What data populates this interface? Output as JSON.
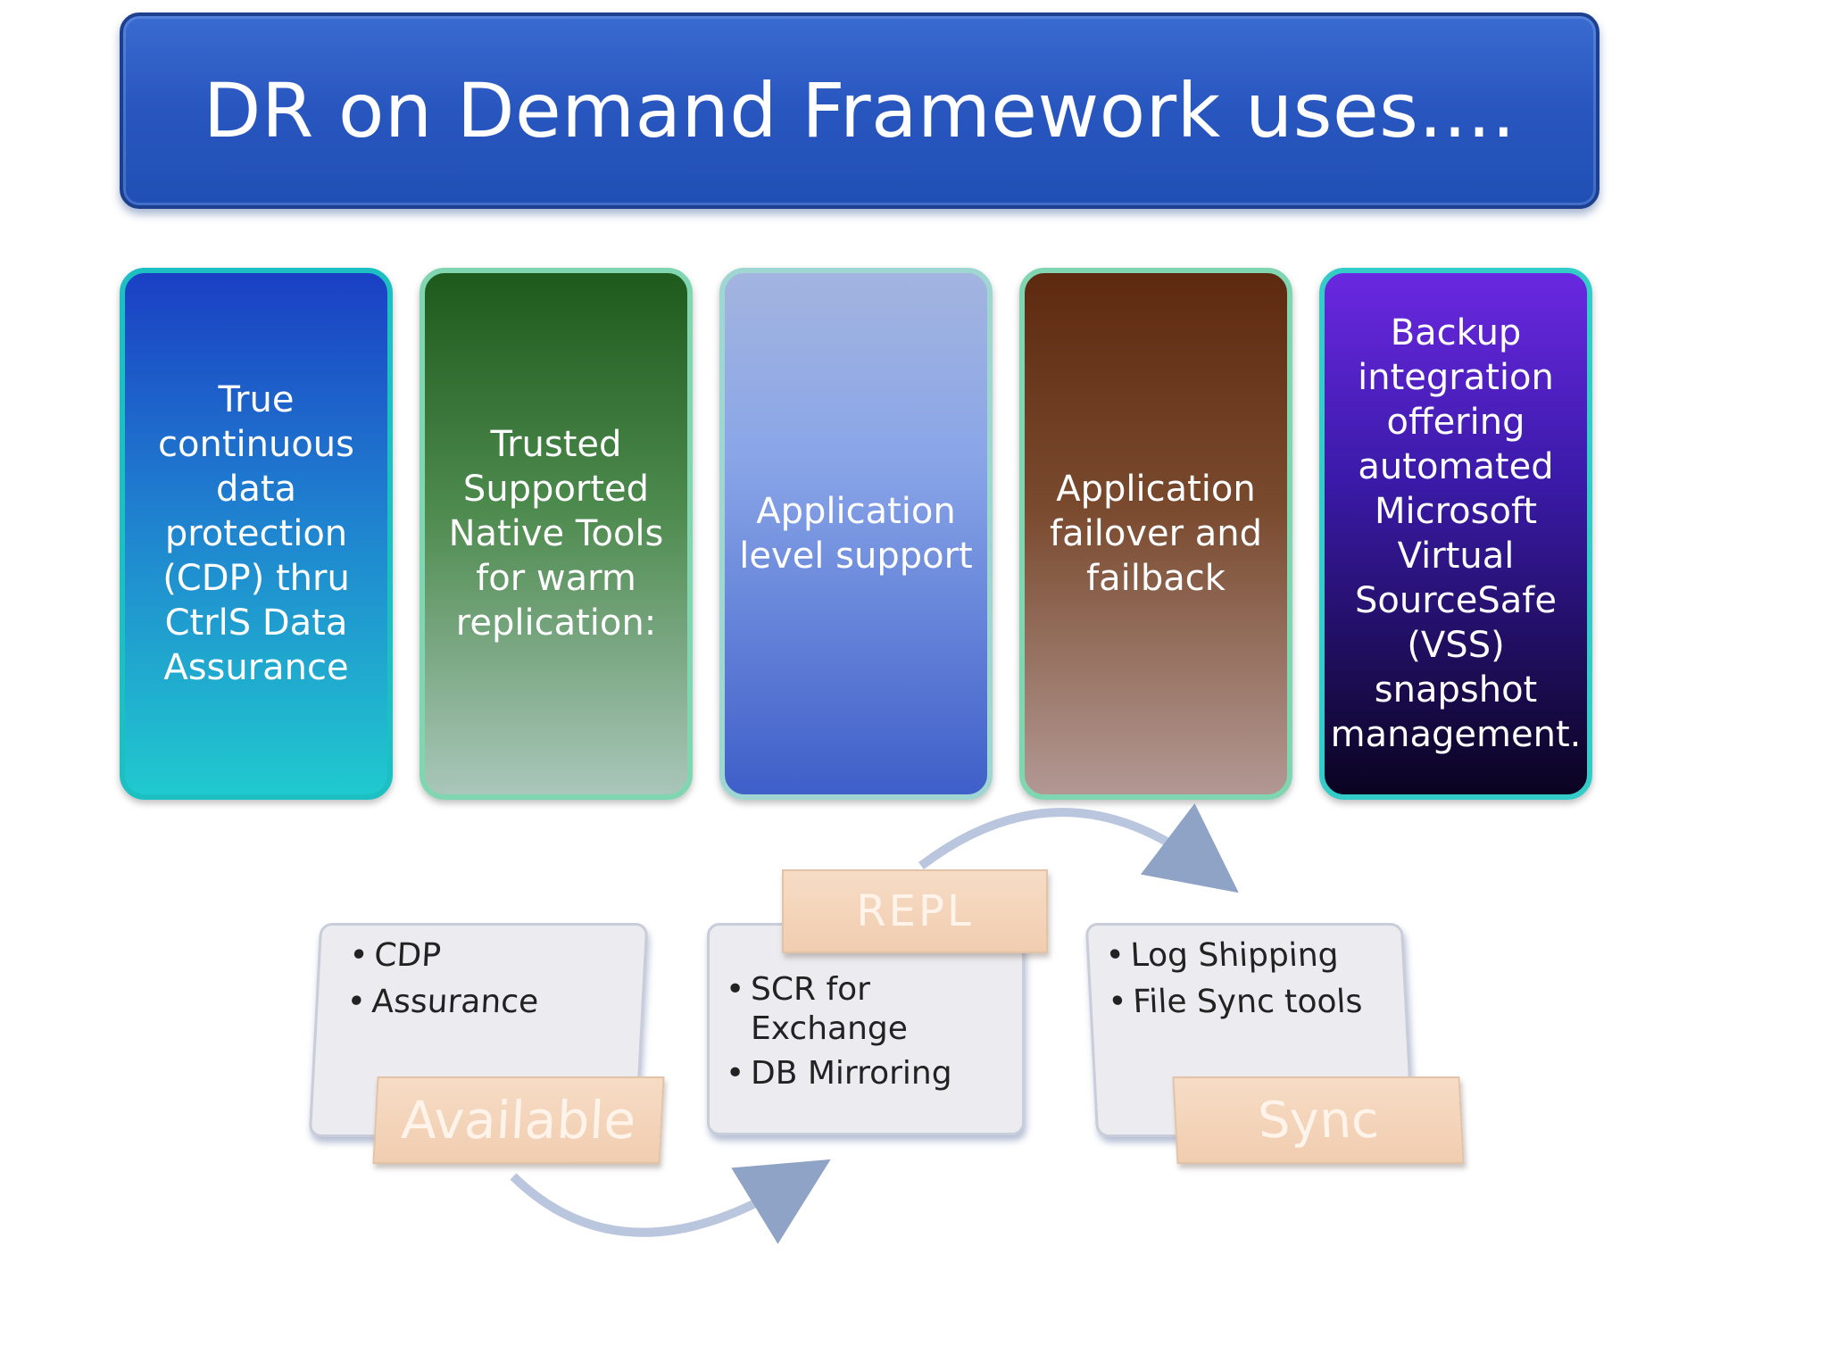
{
  "title": "DR on Demand Framework uses....",
  "cards": [
    {
      "text": "True\ncontinuous\ndata\nprotection\n(CDP) thru\nCtrlS Data\nAssurance"
    },
    {
      "text": "Trusted\nSupported\nNative Tools\nfor warm\nreplication:"
    },
    {
      "text": "Application\nlevel support"
    },
    {
      "text": "Application\nfailover and\nfailback"
    },
    {
      "text": "Backup\nintegration\noffering\nautomated\nMicrosoft\nVirtual\nSourceSafe\n(VSS)\nsnapshot\nmanagement."
    }
  ],
  "cycle": {
    "available": {
      "label": "Available",
      "items": [
        "CDP",
        "Assurance"
      ]
    },
    "repl": {
      "label": "REPL",
      "items": [
        "SCR for Exchange",
        "DB Mirroring"
      ]
    },
    "sync": {
      "label": "Sync",
      "items": [
        "Log Shipping",
        "File Sync tools"
      ]
    }
  }
}
